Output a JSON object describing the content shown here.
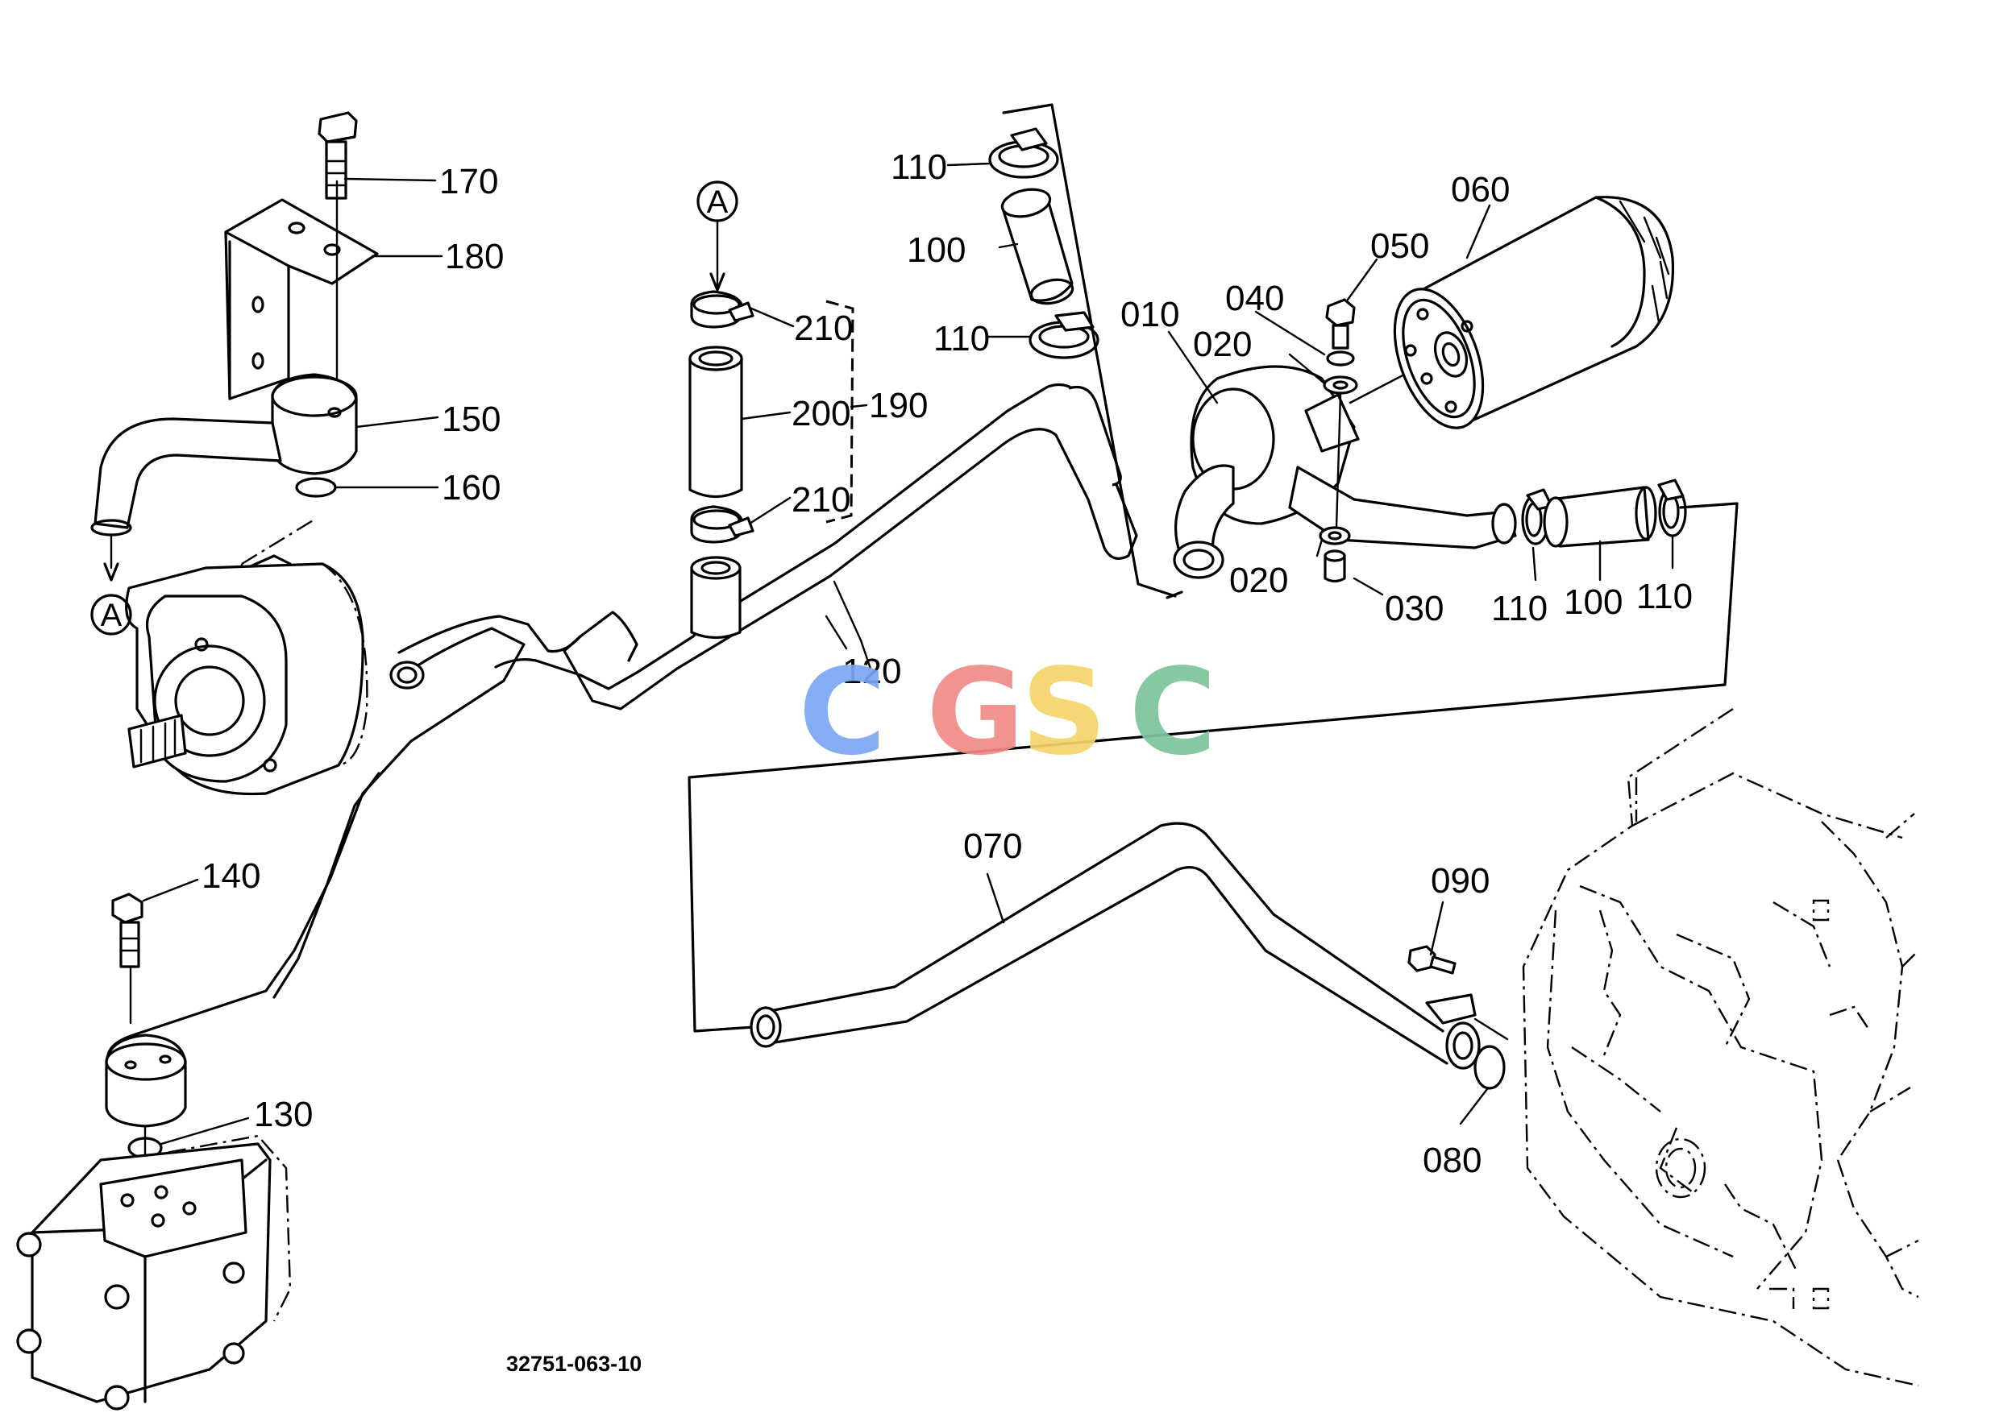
{
  "labels": {
    "p170": "170",
    "p180": "180",
    "p150": "150",
    "p160": "160",
    "p210a": "210",
    "p200": "200",
    "p190": "190",
    "p210b": "210",
    "p110a": "110",
    "p100a": "100",
    "p110b": "110",
    "p010": "010",
    "p040": "040",
    "p050": "050",
    "p060": "060",
    "p020a": "020",
    "p020b": "020",
    "p030": "030",
    "p110c": "110",
    "p100b": "100",
    "p110d": "110",
    "p120": "120",
    "p070": "070",
    "p090": "090",
    "p080": "080",
    "p140": "140",
    "p130": "130"
  },
  "reference_markers": {
    "top": "A",
    "bottom": "A"
  },
  "drawing_code": "32751-063-10",
  "watermark": {
    "letters": [
      "C",
      "G",
      "S",
      "C"
    ],
    "colors": [
      "#7aa7f2",
      "#f08a86",
      "#f6d36a",
      "#7cc49a"
    ]
  }
}
